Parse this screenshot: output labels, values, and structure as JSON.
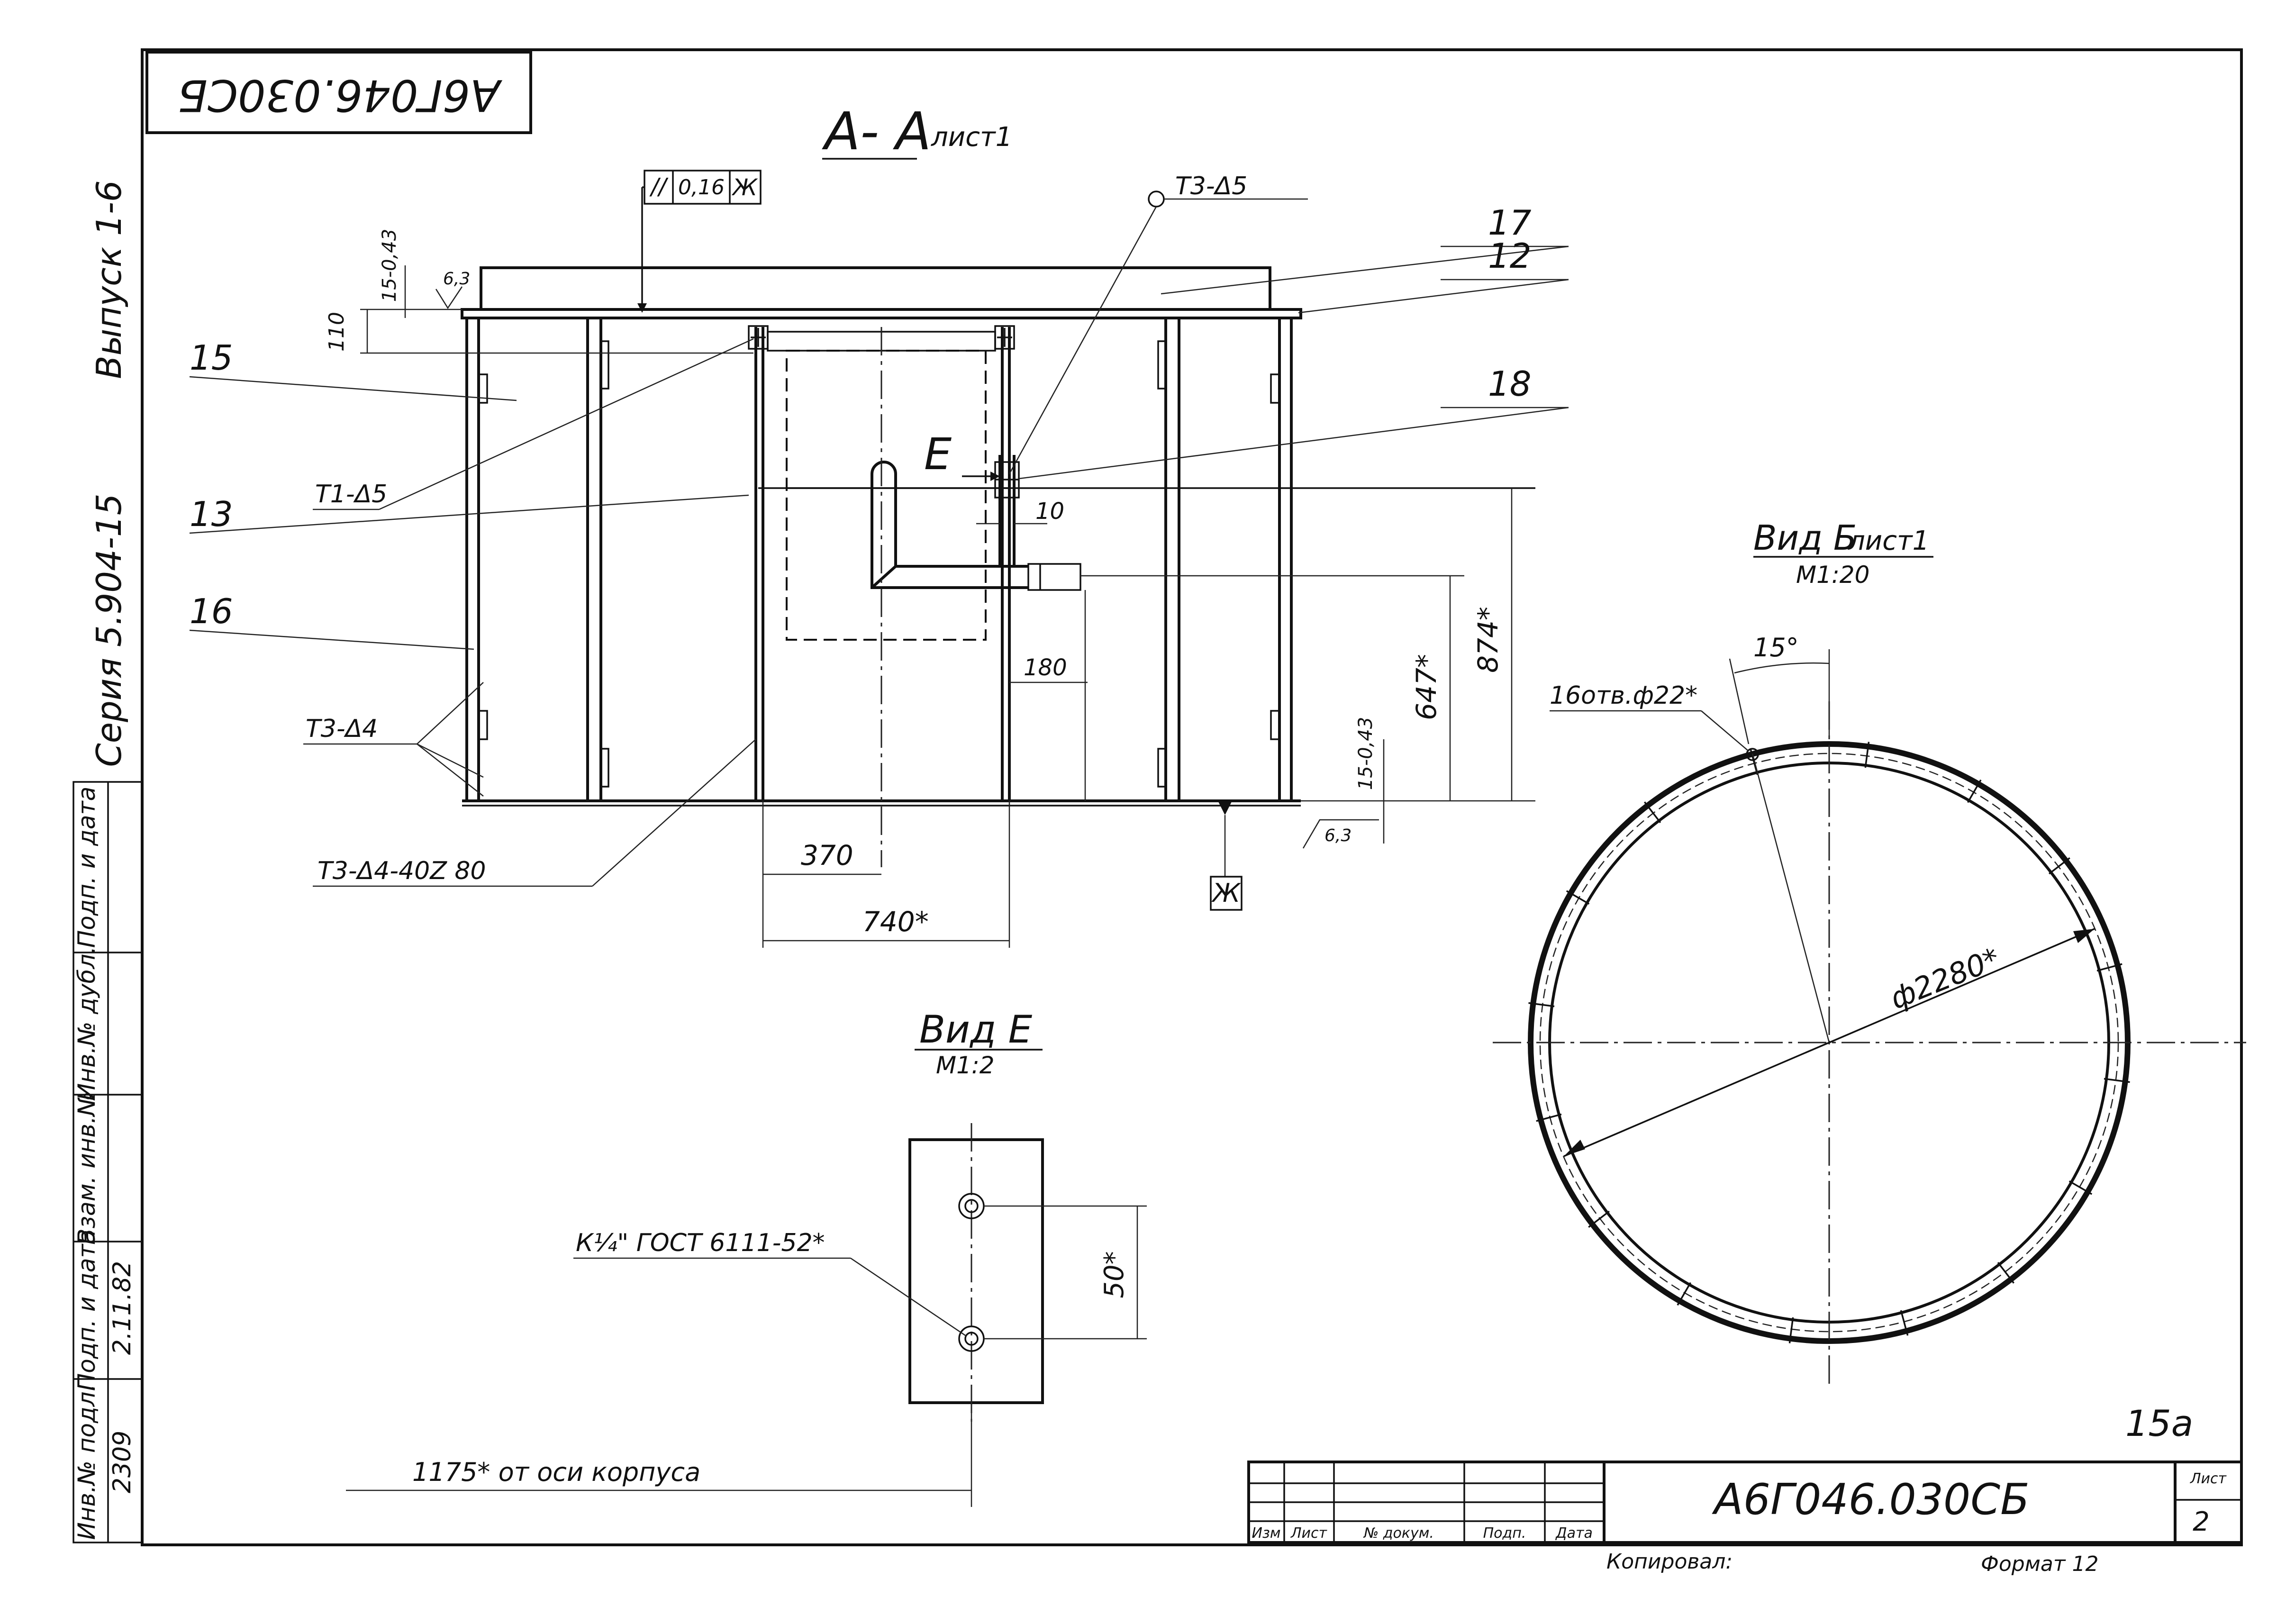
{
  "title_stamp_top": "А6Г046.030СБ",
  "side_labels": {
    "issue": "Выпуск 1-6",
    "series": "Серия 5.904-15"
  },
  "section_aa": {
    "title": "А- А",
    "sheet": "лист1",
    "tolerance_box": [
      "//",
      "0,16",
      "Ж"
    ],
    "items": [
      "17",
      "12",
      "15",
      "18",
      "13",
      "16"
    ],
    "welds": {
      "t3_d5": "Т3-Δ5",
      "t1_d5": "Т1-Δ5",
      "t3_d4": "Т3-Δ4",
      "t3_d4_chain": "Т3-Δ4-40Z 80"
    },
    "roughness": "6,3",
    "dims": {
      "d110": "110",
      "d15_top": "15-0,43",
      "d15_bottom": "15-0,43",
      "d10": "10",
      "d180": "180",
      "d647": "647*",
      "d874": "874*",
      "d370": "370",
      "d740": "740*"
    },
    "view_marker": "Е",
    "datum": "Ж"
  },
  "view_b": {
    "title": "Вид Б",
    "sheet": "лист1",
    "scale": "М1:20",
    "angle": "15°",
    "holes": "16отв.ф22*",
    "diameter": "ф2280*"
  },
  "view_e": {
    "title": "Вид Е",
    "scale": "М1:2",
    "thread": "К¼\" ГОСТ 6111-52*",
    "d50": "50*",
    "d1175": "1175* от оси корпуса"
  },
  "page_marker": "15а",
  "title_block": {
    "designation": "А6Г046.030СБ",
    "cols": [
      "Изм",
      "Лист",
      "№ докум.",
      "Подп.",
      "Дата"
    ],
    "sheet_label": "Лист",
    "sheet_no": "2",
    "copied": "Копировал:",
    "format": "Формат 12"
  },
  "left_stamp": {
    "cells": [
      "Инв.№ подл.",
      "Подп. и дата",
      "Взам. инв.№",
      "Инв.№ дубл.",
      "Подп. и дата"
    ],
    "inv_no": "2309",
    "date": "2.11.82"
  }
}
